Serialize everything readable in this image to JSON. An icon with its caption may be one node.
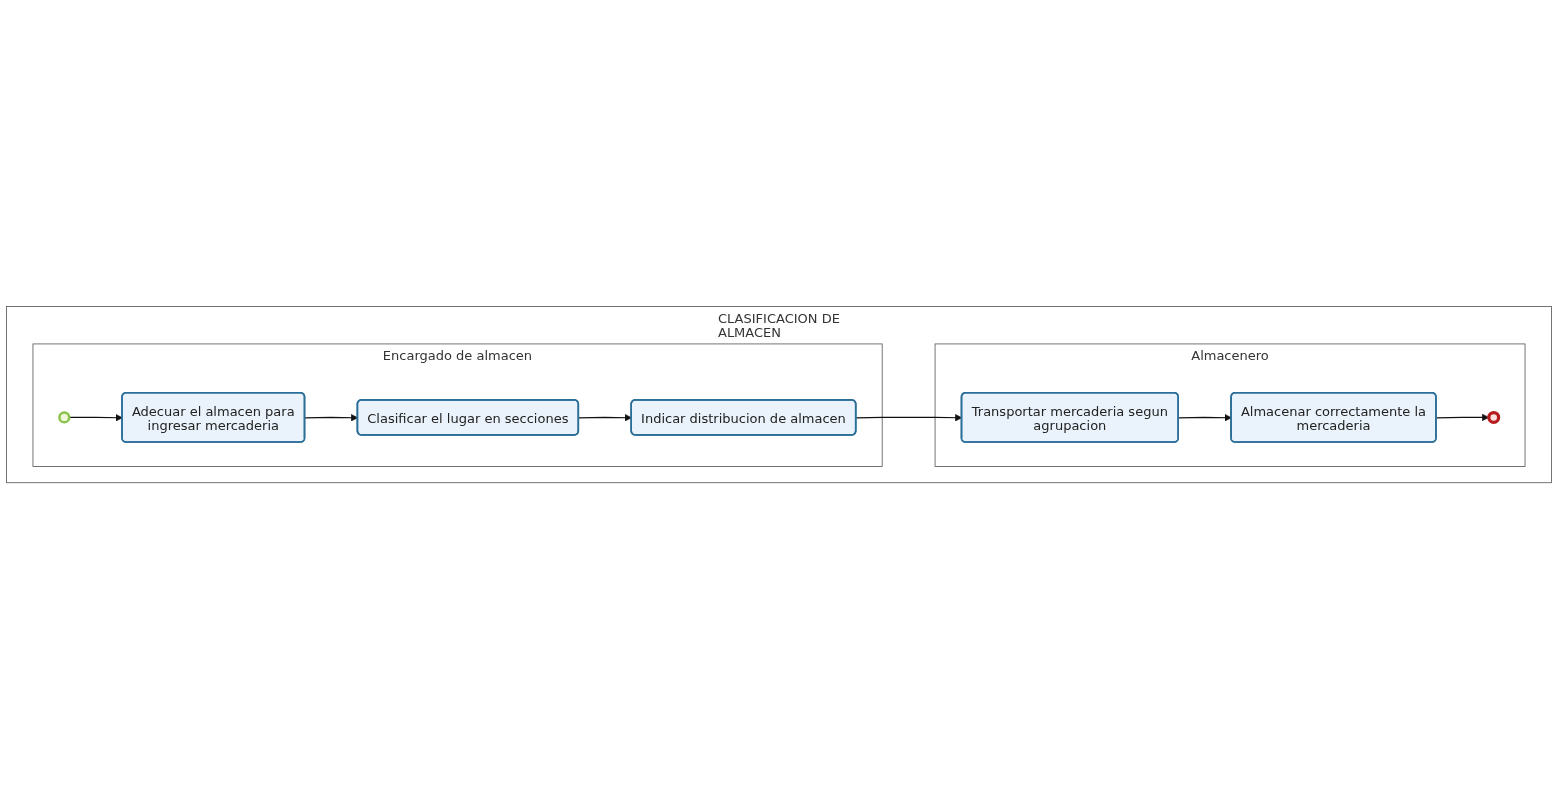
{
  "diagram": {
    "nodes": [
      {
        "text": [
          "CLASIFICACION DE ALMACEN"
        ]
      },
      {
        "text": [
          "Encargado de almacen"
        ],
        "in": 0
      },
      {
        "text": [],
        "shape": "circle",
        "in": 1
      },
      {
        "text": [
          "Adecuar el almacen para ingresar mercaderia"
        ],
        "in": 1
      },
      {
        "text": [
          "Clasificar el lugar en secciones"
        ],
        "in": 1
      },
      {
        "text": [
          "Indicar distribucion de almacen"
        ],
        "in": 1
      },
      {
        "text": [
          "Almacenero"
        ],
        "in": 0
      },
      {
        "text": [
          "Transportar mercaderia segun agrupacion"
        ],
        "in": 6
      },
      {
        "text": [
          "Almacenar correctamente la mercaderia"
        ],
        "in": 6
      },
      {
        "text": [],
        "shape": "circle",
        "in": 6
      }
    ],
    "edges": [
      {
        "from": 2,
        "to": 3,
        "arrow": "to"
      },
      {
        "from": 3,
        "to": 4,
        "arrow": "to"
      },
      {
        "from": 4,
        "to": 5,
        "arrow": "to"
      },
      {
        "from": 5,
        "to": 7,
        "arrow": "to"
      },
      {
        "from": 7,
        "to": 8,
        "arrow": "to"
      },
      {
        "from": 8,
        "to": 9,
        "arrow": "to"
      }
    ]
  }
}
